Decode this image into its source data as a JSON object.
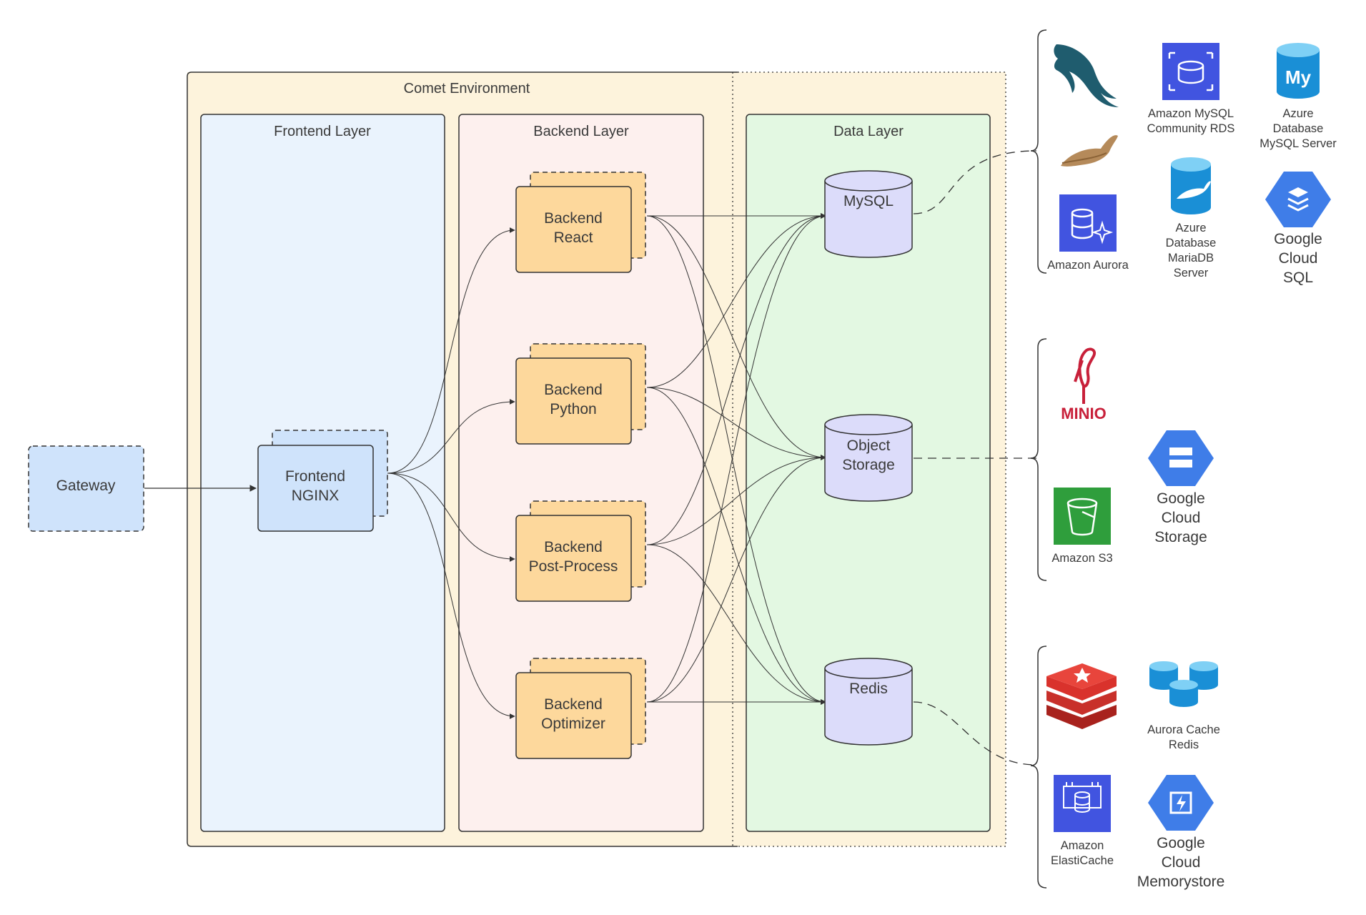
{
  "environment": {
    "title": "Comet Environment"
  },
  "layers": {
    "frontend": "Frontend Layer",
    "backend": "Backend Layer",
    "data": "Data Layer"
  },
  "gateway": {
    "label": "Gateway"
  },
  "frontend_node": {
    "line1": "Frontend",
    "line2": "NGINX"
  },
  "backend_nodes": [
    {
      "line1": "Backend",
      "line2": "React"
    },
    {
      "line1": "Backend",
      "line2": "Python"
    },
    {
      "line1": "Backend",
      "line2": "Post-Process"
    },
    {
      "line1": "Backend",
      "line2": "Optimizer"
    }
  ],
  "data_stores": [
    {
      "line1": "MySQL",
      "line2": ""
    },
    {
      "line1": "Object",
      "line2": "Storage"
    },
    {
      "line1": "Redis",
      "line2": ""
    }
  ],
  "providers": {
    "mysql": [
      {
        "icon": "mysql-dolphin-icon",
        "lines": []
      },
      {
        "icon": "amazon-rds-icon",
        "lines": [
          "Amazon MySQL",
          "Community RDS"
        ]
      },
      {
        "icon": "azure-mysql-icon",
        "lines": [
          "Azure",
          "Database",
          "MySQL Server"
        ]
      },
      {
        "icon": "mariadb-seal-icon",
        "lines": []
      },
      {
        "icon": "amazon-aurora-icon",
        "lines": [
          "Amazon Aurora"
        ]
      },
      {
        "icon": "azure-mariadb-icon",
        "lines": [
          "Azure",
          "Database",
          "MariaDB",
          "Server"
        ]
      },
      {
        "icon": "google-cloud-sql-icon",
        "lines": [
          "Google",
          "Cloud",
          "SQL"
        ]
      }
    ],
    "storage": [
      {
        "icon": "minio-logo-icon",
        "lines": [],
        "logo_text": "MINIO"
      },
      {
        "icon": "amazon-s3-icon",
        "lines": [
          "Amazon S3"
        ]
      },
      {
        "icon": "google-cloud-storage-icon",
        "lines": [
          "Google",
          "Cloud",
          "Storage"
        ]
      }
    ],
    "redis": [
      {
        "icon": "redis-logo-icon",
        "lines": []
      },
      {
        "icon": "aurora-cache-redis-icon",
        "lines": [
          "Aurora Cache",
          "Redis"
        ]
      },
      {
        "icon": "amazon-elasticache-icon",
        "lines": [
          "Amazon",
          "ElastiCache"
        ]
      },
      {
        "icon": "google-memorystore-icon",
        "lines": [
          "Google",
          "Cloud",
          "Memorystore"
        ]
      }
    ]
  },
  "colors": {
    "environment_fill": "#fdf3dc",
    "frontend_fill": "#eaf3fd",
    "backend_fill": "#fdf0ee",
    "data_fill": "#e3f8e2",
    "node_blue": "#cfe3fb",
    "node_orange": "#fdd89c",
    "cylinder": "#dcdcfa",
    "aws_blue": "#4154e0",
    "aws_green": "#2f9e3c",
    "azure_blue": "#1a8fd6",
    "gcp_blue": "#3f7de8",
    "redis_red": "#d9322c",
    "minio_red": "#c8203a"
  }
}
